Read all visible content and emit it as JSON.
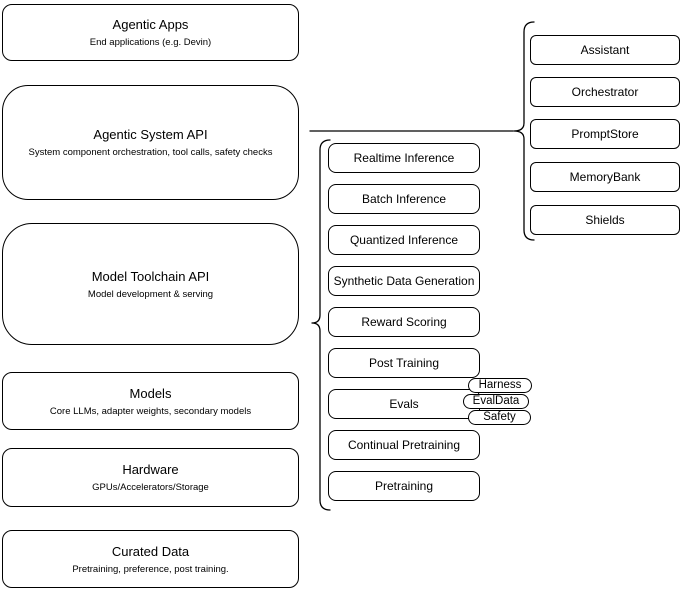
{
  "diagram": {
    "colors": {
      "stroke": "#000000",
      "node_fill": "#ffffff",
      "text": "#000000",
      "background": "#ffffff"
    },
    "stack": [
      {
        "title": "Agentic Apps",
        "subtitle": "End applications (e.g. Devin)"
      },
      {
        "title": "Agentic System API",
        "subtitle": "System component orchestration, tool calls, safety checks"
      },
      {
        "title": "Model Toolchain API",
        "subtitle": "Model development & serving"
      },
      {
        "title": "Models",
        "subtitle": "Core LLMs, adapter weights, secondary models"
      },
      {
        "title": "Hardware",
        "subtitle": "GPUs/Accelerators/Storage"
      },
      {
        "title": "Curated Data",
        "subtitle": "Pretraining, preference, post training."
      }
    ],
    "toolchain_items": [
      {
        "label": "Realtime Inference"
      },
      {
        "label": "Batch Inference"
      },
      {
        "label": "Quantized Inference"
      },
      {
        "label": "Synthetic Data Generation"
      },
      {
        "label": "Reward Scoring"
      },
      {
        "label": "Post Training"
      },
      {
        "label": "Evals"
      },
      {
        "label": "Continual Pretraining"
      },
      {
        "label": "Pretraining"
      }
    ],
    "evals_pills": [
      {
        "label": "Harness"
      },
      {
        "label": "EvalData"
      },
      {
        "label": "Safety"
      }
    ],
    "system_components": [
      {
        "label": "Assistant"
      },
      {
        "label": "Orchestrator"
      },
      {
        "label": "PromptStore"
      },
      {
        "label": "MemoryBank"
      },
      {
        "label": "Shields"
      }
    ]
  }
}
